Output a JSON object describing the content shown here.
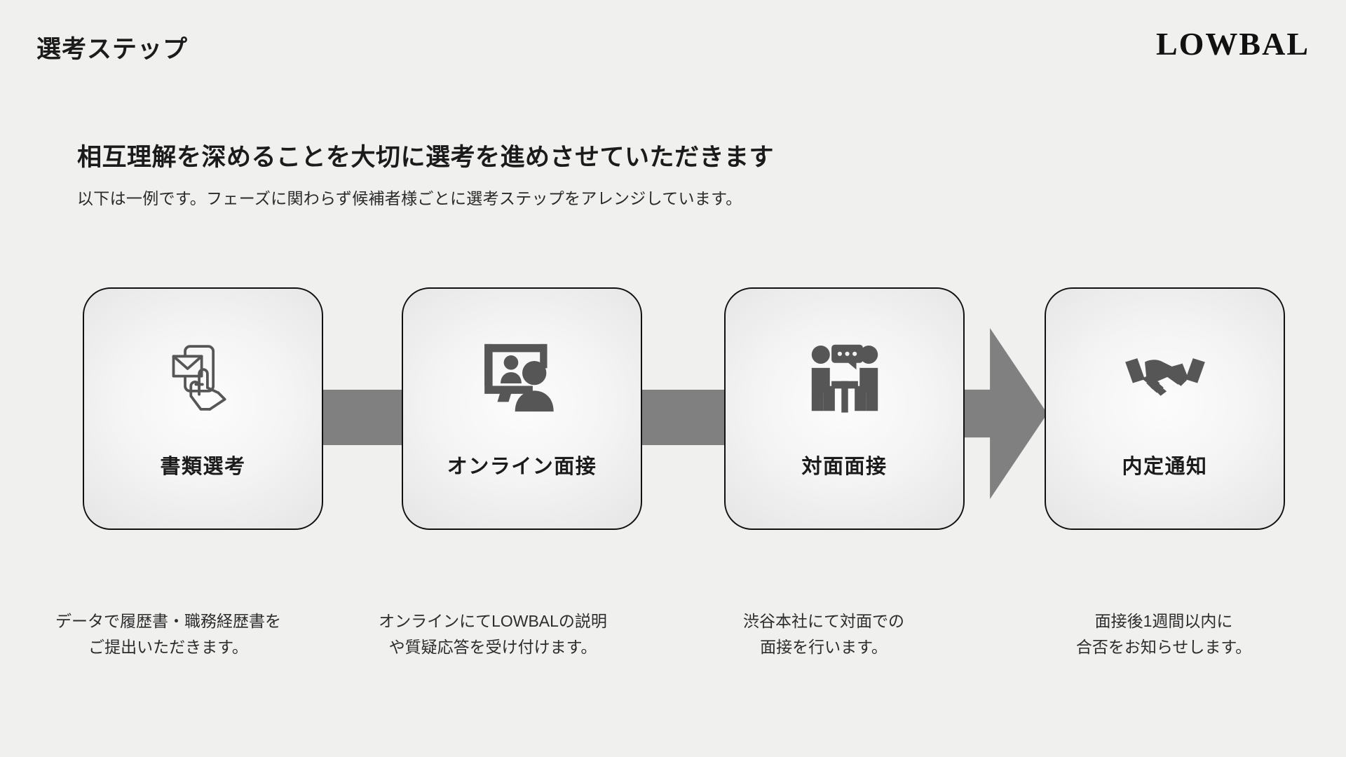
{
  "header": {
    "title": "選考ステップ",
    "logo": "LOWBAL"
  },
  "lead": {
    "title": "相互理解を深めることを大切に選考を進めさせていただきます",
    "subtitle": "以下は一例です。フェーズに関わらず候補者様ごとに選考ステップをアレンジしています。"
  },
  "colors": {
    "background": "#f0f0ef",
    "connector": "#808080",
    "card_border": "#111111",
    "icon": "#565656",
    "text": "#1b1b1b"
  },
  "steps": [
    {
      "label": "書類選考",
      "icon": "phone-email-hand-icon",
      "caption_line1": "データで履歴書・職務経歴書を",
      "caption_line2": "ご提出いただきます。"
    },
    {
      "label": "オンライン面接",
      "icon": "video-call-icon",
      "caption_line1": "オンラインにてLOWBALの説明",
      "caption_line2": "や質疑応答を受け付けます。"
    },
    {
      "label": "対面面接",
      "icon": "people-meeting-icon",
      "caption_line1": "渋谷本社にて対面での",
      "caption_line2": "面接を行います。"
    },
    {
      "label": "内定通知",
      "icon": "handshake-icon",
      "caption_line1": "面接後1週間以内に",
      "caption_line2": "合否をお知らせします。"
    }
  ]
}
